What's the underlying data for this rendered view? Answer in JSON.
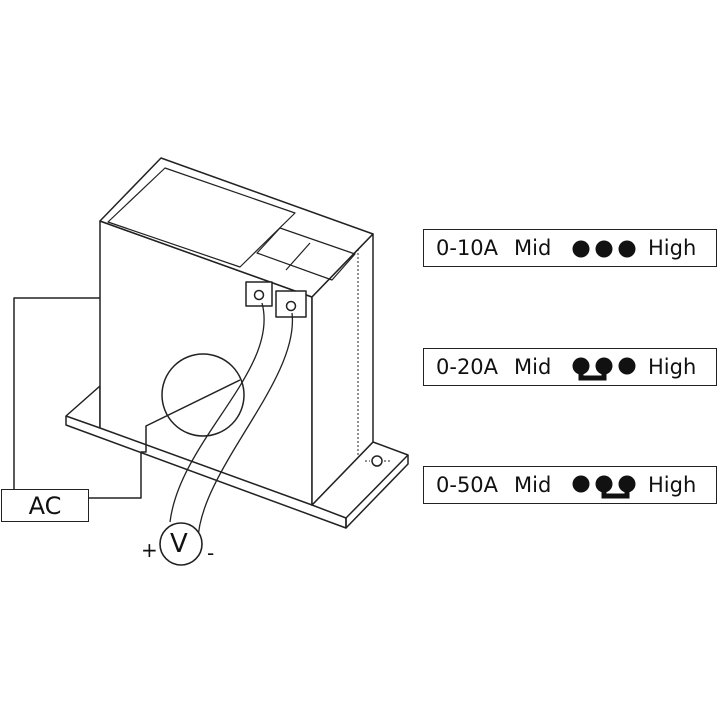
{
  "source_label": "AC",
  "meter": {
    "symbol": "V",
    "plus": "+",
    "minus": "-"
  },
  "ranges": [
    {
      "range": "0-10A",
      "mid": "Mid",
      "high": "High"
    },
    {
      "range": "0-20A",
      "mid": "Mid",
      "high": "High"
    },
    {
      "range": "0-50A",
      "mid": "Mid",
      "high": "High"
    }
  ]
}
